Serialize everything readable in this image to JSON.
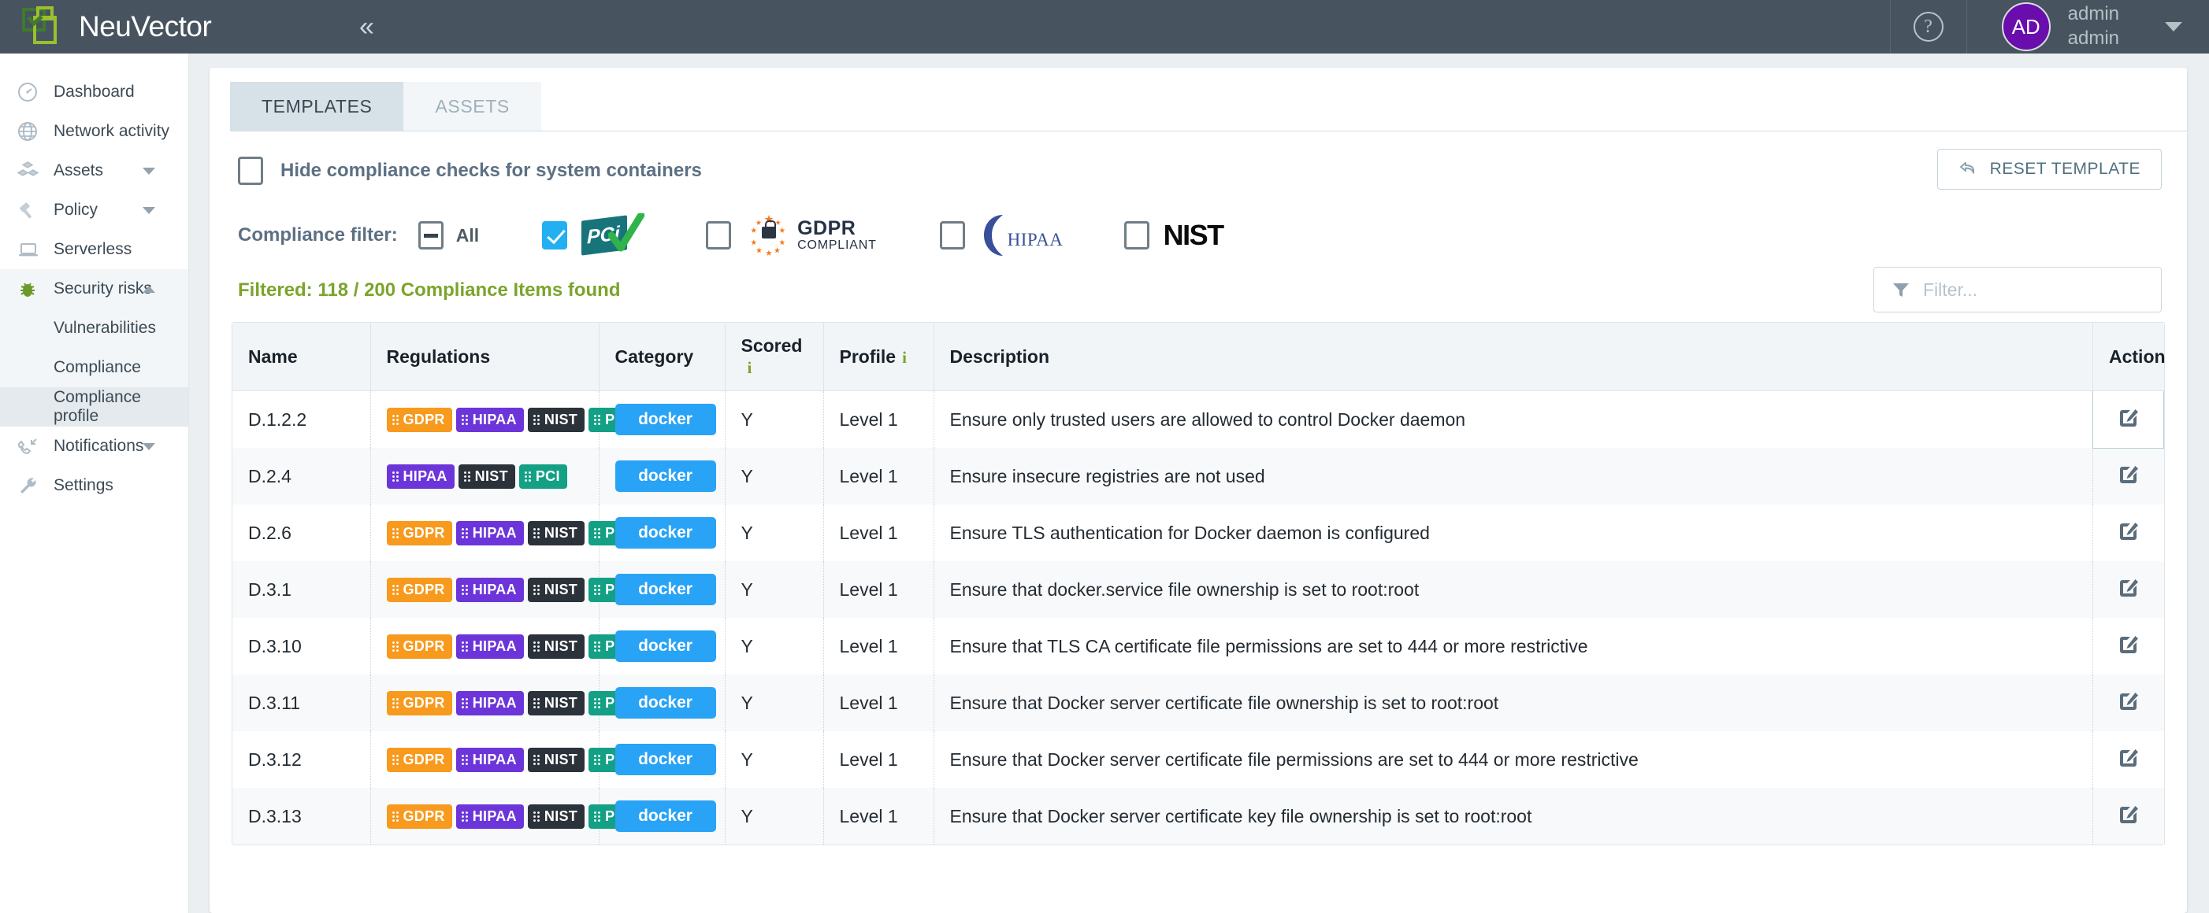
{
  "header": {
    "brand": "NeuVector",
    "collapse_icon": "double-chevron-left",
    "help_icon": "question-circle-icon",
    "avatar_initials": "AD",
    "user_line1": "admin",
    "user_line2": "admin",
    "user_caret_icon": "caret-down-icon"
  },
  "sidebar": {
    "items": [
      {
        "label": "Dashboard",
        "icon": "gauge-icon",
        "expandable": false
      },
      {
        "label": "Network activity",
        "icon": "globe-icon",
        "expandable": false
      },
      {
        "label": "Assets",
        "icon": "cubes-icon",
        "expandable": true,
        "caret": "down"
      },
      {
        "label": "Policy",
        "icon": "gavel-icon",
        "expandable": true,
        "caret": "down"
      },
      {
        "label": "Serverless",
        "icon": "laptop-icon",
        "expandable": false
      },
      {
        "label": "Security risks",
        "icon": "bug-icon",
        "expandable": true,
        "caret": "up",
        "open": true
      },
      {
        "label": "Notifications",
        "icon": "phone-incoming-icon",
        "expandable": true,
        "caret": "down"
      },
      {
        "label": "Settings",
        "icon": "wrench-icon",
        "expandable": false
      }
    ],
    "security_risks_sub": [
      {
        "label": "Vulnerabilities",
        "active": false
      },
      {
        "label": "Compliance",
        "active": false
      },
      {
        "label": "Compliance profile",
        "active": true
      }
    ]
  },
  "main": {
    "tabs": [
      {
        "label": "TEMPLATES",
        "active": true
      },
      {
        "label": "ASSETS",
        "active": false
      }
    ],
    "hide_system_checks": {
      "label": "Hide compliance checks for system containers",
      "checked": false
    },
    "reset_button": {
      "label": "RESET TEMPLATE",
      "icon": "undo-arrow-icon"
    },
    "compliance_filter": {
      "label": "Compliance filter:",
      "options": [
        {
          "name": "All",
          "logo": "text",
          "checked": false,
          "indeterminate": true
        },
        {
          "name": "PCI",
          "logo": "pci-logo",
          "checked": true
        },
        {
          "name": "GDPR",
          "logo": "gdpr-logo",
          "gdpr_line1": "GDPR",
          "gdpr_line2": "COMPLIANT",
          "checked": false
        },
        {
          "name": "HIPAA",
          "logo": "hipaa-logo",
          "hipaa_text": "HIPAA",
          "checked": false
        },
        {
          "name": "NIST",
          "logo": "nist-logo",
          "nist_text": "NIST",
          "checked": false
        }
      ]
    },
    "filtered_text": "Filtered: 118 / 200 Compliance Items found",
    "filter_input": {
      "placeholder": "Filter...",
      "value": "",
      "icon": "funnel-icon"
    },
    "table": {
      "columns": [
        {
          "label": "Name",
          "info": false
        },
        {
          "label": "Regulations",
          "info": false
        },
        {
          "label": "Category",
          "info": false
        },
        {
          "label": "Scored",
          "info": true
        },
        {
          "label": "Profile",
          "info": true
        },
        {
          "label": "Description",
          "info": false
        },
        {
          "label": "Action",
          "info": false
        }
      ],
      "rows": [
        {
          "name": "D.1.2.2",
          "regulations": [
            "GDPR",
            "HIPAA",
            "NIST",
            "PCI"
          ],
          "category": "docker",
          "scored": "Y",
          "profile": "Level 1",
          "description": "Ensure only trusted users are allowed to control Docker daemon",
          "action_icon": "edit-icon"
        },
        {
          "name": "D.2.4",
          "regulations": [
            "HIPAA",
            "NIST",
            "PCI"
          ],
          "category": "docker",
          "scored": "Y",
          "profile": "Level 1",
          "description": "Ensure insecure registries are not used",
          "action_icon": "edit-icon"
        },
        {
          "name": "D.2.6",
          "regulations": [
            "GDPR",
            "HIPAA",
            "NIST",
            "PCI"
          ],
          "category": "docker",
          "scored": "Y",
          "profile": "Level 1",
          "description": "Ensure TLS authentication for Docker daemon is configured",
          "action_icon": "edit-icon"
        },
        {
          "name": "D.3.1",
          "regulations": [
            "GDPR",
            "HIPAA",
            "NIST",
            "PCI"
          ],
          "category": "docker",
          "scored": "Y",
          "profile": "Level 1",
          "description": "Ensure that docker.service file ownership is set to root:root",
          "action_icon": "edit-icon"
        },
        {
          "name": "D.3.10",
          "regulations": [
            "GDPR",
            "HIPAA",
            "NIST",
            "PCI"
          ],
          "category": "docker",
          "scored": "Y",
          "profile": "Level 1",
          "description": "Ensure that TLS CA certificate file permissions are set to 444 or more restrictive",
          "action_icon": "edit-icon"
        },
        {
          "name": "D.3.11",
          "regulations": [
            "GDPR",
            "HIPAA",
            "NIST",
            "PCI"
          ],
          "category": "docker",
          "scored": "Y",
          "profile": "Level 1",
          "description": "Ensure that Docker server certificate file ownership is set to root:root",
          "action_icon": "edit-icon"
        },
        {
          "name": "D.3.12",
          "regulations": [
            "GDPR",
            "HIPAA",
            "NIST",
            "PCI"
          ],
          "category": "docker",
          "scored": "Y",
          "profile": "Level 1",
          "description": "Ensure that Docker server certificate file permissions are set to 444 or more restrictive",
          "action_icon": "edit-icon"
        },
        {
          "name": "D.3.13",
          "regulations": [
            "GDPR",
            "HIPAA",
            "NIST",
            "PCI"
          ],
          "category": "docker",
          "scored": "Y",
          "profile": "Level 1",
          "description": "Ensure that Docker server certificate key file ownership is set to root:root",
          "action_icon": "edit-icon"
        }
      ]
    }
  },
  "colors": {
    "topbar": "#47545f",
    "accent_green": "#7ba42b",
    "badge_gdpr": "#f79a1e",
    "badge_hipaa": "#6c35d9",
    "badge_nist": "#2b323a",
    "badge_pci": "#13a085",
    "category_pill": "#28a3f5",
    "checkbox_checked": "#22b0f0",
    "avatar": "#6a0dad"
  }
}
